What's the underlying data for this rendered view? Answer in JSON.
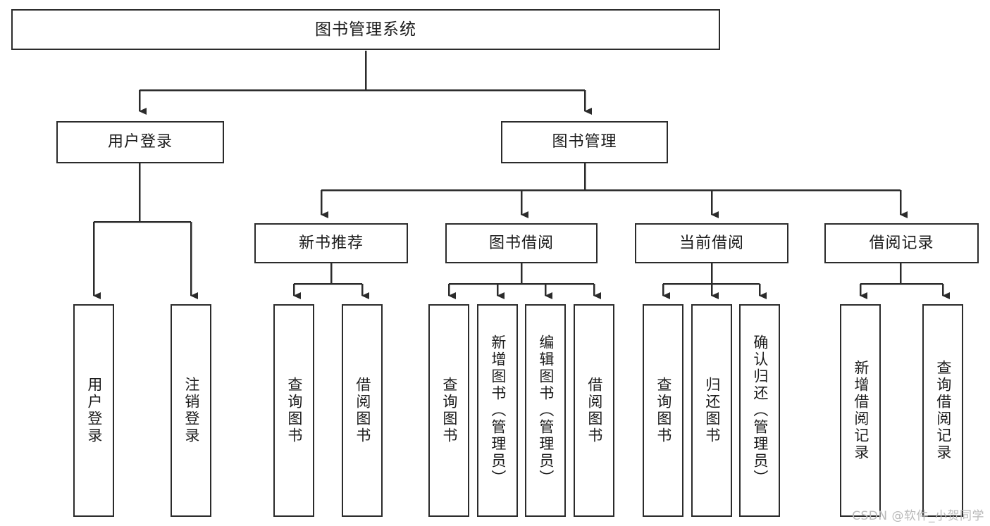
{
  "diagram": {
    "title": "图书管理系统",
    "type": "hierarchy-tree",
    "watermark": "CSDN @软件_小贺同学",
    "colors": {
      "box_border": "#2b2b2b",
      "box_fill": "#ffffff",
      "line": "#2b2b2b",
      "text": "#1c1c1c",
      "watermark": "#b9b9b9"
    },
    "root": {
      "label": "图书管理系统"
    },
    "level2": [
      {
        "label": "用户登录"
      },
      {
        "label": "图书管理"
      }
    ],
    "level3": [
      {
        "label": "新书推荐"
      },
      {
        "label": "图书借阅"
      },
      {
        "label": "当前借阅"
      },
      {
        "label": "借阅记录"
      }
    ],
    "leaves": {
      "user_login": [
        {
          "label": "用户登录"
        },
        {
          "label": "注销登录"
        }
      ],
      "new_book_recommend": [
        {
          "label": "查询图书"
        },
        {
          "label": "借阅图书"
        }
      ],
      "book_borrow": [
        {
          "label": "查询图书"
        },
        {
          "label": "新增图书（管理员）"
        },
        {
          "label": "编辑图书（管理员）"
        },
        {
          "label": "借阅图书"
        }
      ],
      "current_borrow": [
        {
          "label": "查询图书"
        },
        {
          "label": "归还图书"
        },
        {
          "label": "确认归还（管理员）"
        }
      ],
      "borrow_record": [
        {
          "label": "新增借阅记录"
        },
        {
          "label": "查询借阅记录"
        }
      ]
    }
  }
}
